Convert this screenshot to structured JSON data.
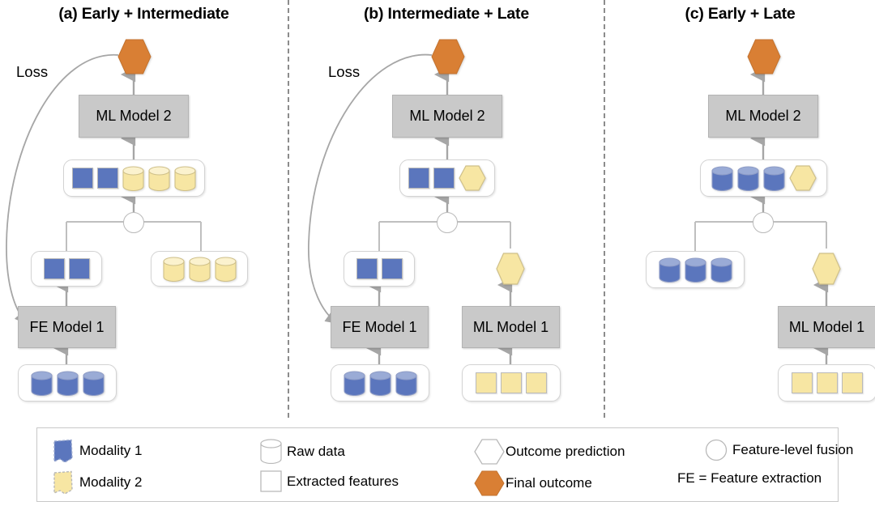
{
  "figure": {
    "type": "diagram",
    "description": "Three multimodal data fusion strategy schematics with shared legend",
    "colors": {
      "modality1_blue": "#5b76bd",
      "modality2_yellow": "#f7e6a3",
      "model_box_gray": "#c9c9c9",
      "final_outcome_orange": "#d97f34",
      "outline_gray": "#b9b9b9",
      "connector_gray": "#a6a6a6"
    }
  },
  "panels": [
    {
      "id": "a",
      "title": "(a) Early + Intermediate",
      "loss_label": "Loss",
      "final_outcome": "final-outcome-hexagon",
      "model2": "ML Model 2",
      "model1": "FE Model 1",
      "fusion": "feature-level-fusion-circle",
      "fused_group": [
        "blue-square",
        "blue-square",
        "yellow-cylinder",
        "yellow-cylinder",
        "yellow-cylinder"
      ],
      "left_branch_group": [
        "blue-square",
        "blue-square"
      ],
      "right_branch_group": [
        "yellow-cylinder",
        "yellow-cylinder",
        "yellow-cylinder"
      ],
      "input_group": [
        "blue-cylinder",
        "blue-cylinder",
        "blue-cylinder"
      ]
    },
    {
      "id": "b",
      "title": "(b) Intermediate + Late",
      "loss_label": "Loss",
      "final_outcome": "final-outcome-hexagon",
      "model2": "ML Model 2",
      "model1_left": "FE Model 1",
      "model1_right": "ML Model 1",
      "fusion": "feature-level-fusion-circle",
      "fused_group": [
        "blue-square",
        "blue-square",
        "yellow-hexagon"
      ],
      "left_branch_group": [
        "blue-square",
        "blue-square"
      ],
      "right_branch_shape": "yellow-hexagon",
      "left_input_group": [
        "blue-cylinder",
        "blue-cylinder",
        "blue-cylinder"
      ],
      "right_input_group": [
        "yellow-square",
        "yellow-square",
        "yellow-square"
      ]
    },
    {
      "id": "c",
      "title": "(c) Early + Late",
      "final_outcome": "final-outcome-hexagon",
      "model2": "ML Model 2",
      "model1_right": "ML Model 1",
      "fusion": "feature-level-fusion-circle",
      "fused_group": [
        "blue-cylinder",
        "blue-cylinder",
        "blue-cylinder",
        "yellow-hexagon"
      ],
      "left_branch_group": [
        "blue-cylinder",
        "blue-cylinder",
        "blue-cylinder"
      ],
      "right_branch_shape": "yellow-hexagon",
      "right_input_group": [
        "yellow-square",
        "yellow-square",
        "yellow-square"
      ]
    }
  ],
  "legend": {
    "items": [
      {
        "glyph": "modality1-blob",
        "label": "Modality 1"
      },
      {
        "glyph": "modality2-blob",
        "label": "Modality 2"
      },
      {
        "glyph": "raw-data-cylinder",
        "label": "Raw data"
      },
      {
        "glyph": "extracted-features-square",
        "label": "Extracted features"
      },
      {
        "glyph": "outcome-prediction-hexagon",
        "label": "Outcome prediction"
      },
      {
        "glyph": "final-outcome-hexagon",
        "label": "Final outcome"
      },
      {
        "glyph": "feature-level-fusion-circle",
        "label": "Feature-level fusion"
      },
      {
        "glyph": "none",
        "label": "FE = Feature extraction"
      }
    ]
  }
}
